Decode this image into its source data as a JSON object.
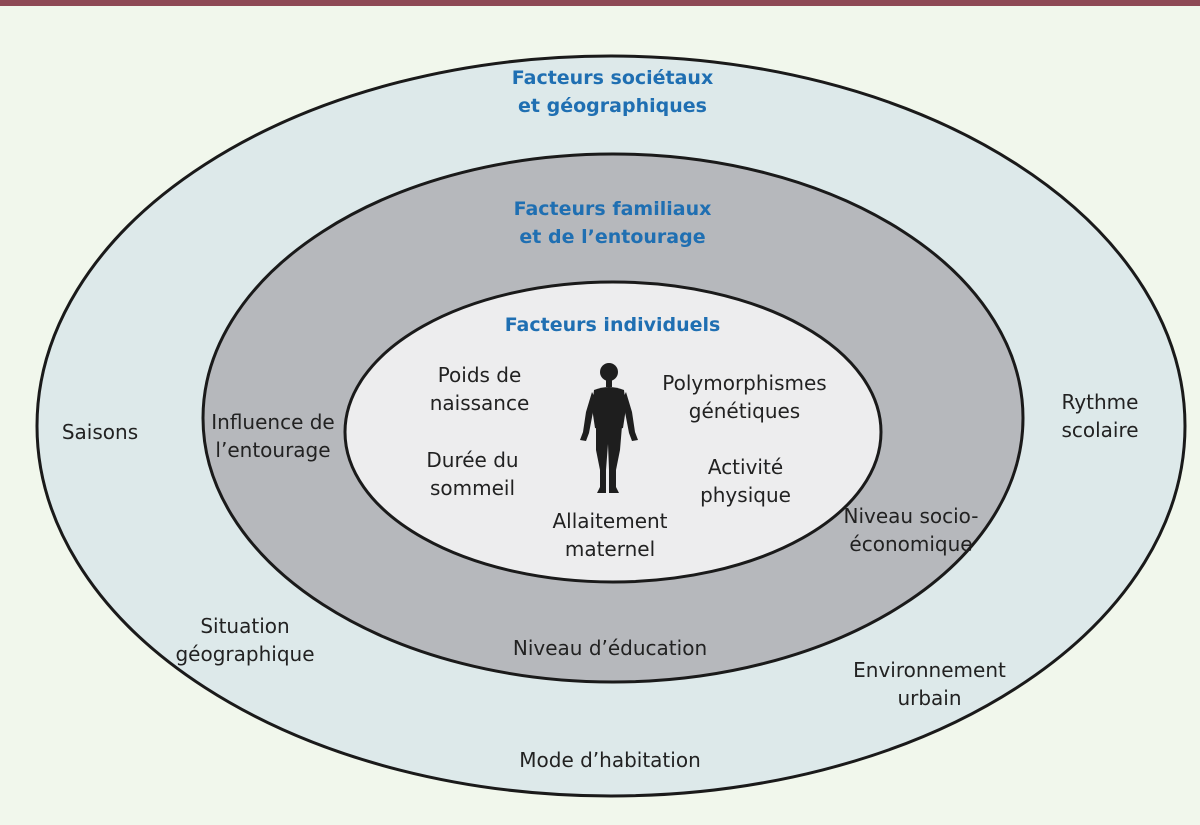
{
  "colors": {
    "top_bar": "#8e4a55",
    "background": "#f1f7ec",
    "outer_fill": "#dde9ea",
    "middle_fill": "#b6b8bc",
    "inner_fill": "#ededee",
    "ring_stroke": "#1a1a1a",
    "title_blue": "#1f6fb2",
    "text": "#222222",
    "silhouette": "#1e1e1e"
  },
  "rings": {
    "outer": {
      "title": "Facteurs sociétaux\net géographiques",
      "labels": {
        "saisons": "Saisons",
        "rythme_scolaire": "Rythme\nscolaire",
        "situation_geographique": "Situation\ngéographique",
        "environnement_urbain": "Environnement\nurbain",
        "mode_habitation": "Mode d’habitation"
      }
    },
    "middle": {
      "title": "Facteurs familiaux\net de l’entourage",
      "labels": {
        "influence_entourage": "Influence de\nl’entourage",
        "niveau_socio_economique": "Niveau socio-\néconomique",
        "niveau_education": "Niveau d’éducation"
      }
    },
    "inner": {
      "title": "Facteurs individuels",
      "labels": {
        "poids_naissance": "Poids de\nnaissance",
        "polymorphismes": "Polymorphismes\ngénétiques",
        "duree_sommeil": "Durée du\nsommeil",
        "activite_physique": "Activité\nphysique",
        "allaitement": "Allaitement\nmaternel"
      }
    }
  },
  "icons": {
    "center": "human-silhouette-icon"
  }
}
